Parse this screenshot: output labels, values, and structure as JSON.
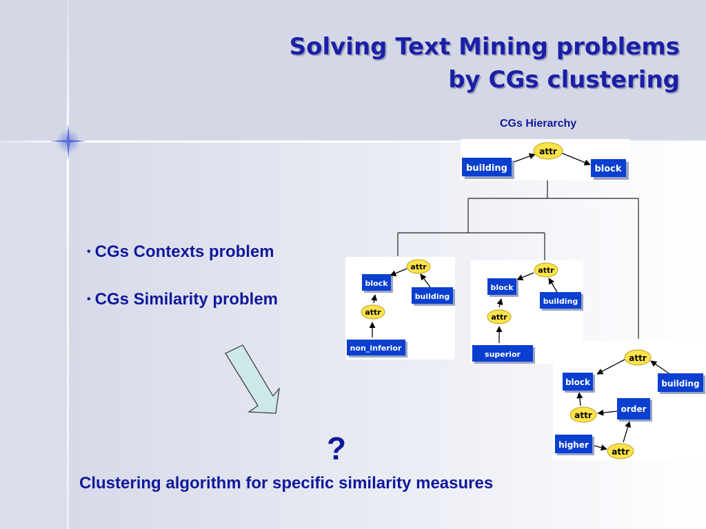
{
  "slide": {
    "title_line_1": "Solving Text Mining problems",
    "title_line_2": "by CGs clustering",
    "bullets": [
      "CGs Contexts problem",
      "CGs Similarity problem"
    ],
    "bullet_symbol": "•",
    "question_mark": "?",
    "bottom_caption": "Clustering algorithm for specific similarity measures"
  },
  "hierarchy": {
    "label": "CGs Hierarchy",
    "root": {
      "concepts": [
        "building",
        "block"
      ],
      "relations": [
        "attr"
      ]
    },
    "child_1": {
      "concepts": [
        "block",
        "building",
        "non_inferior"
      ],
      "relations": [
        "attr",
        "attr"
      ]
    },
    "child_2": {
      "concepts": [
        "block",
        "building",
        "superior"
      ],
      "relations": [
        "attr",
        "attr"
      ]
    },
    "child_3": {
      "concepts": [
        "block",
        "building",
        "order",
        "higher"
      ],
      "relations": [
        "attr",
        "attr",
        "attr"
      ]
    }
  },
  "colors": {
    "title": "#1b1fa6",
    "text": "#10189a",
    "concept_box": "#0a3fd0",
    "relation_oval": "#ffe34a",
    "arrow_fill": "#cde8e8"
  }
}
